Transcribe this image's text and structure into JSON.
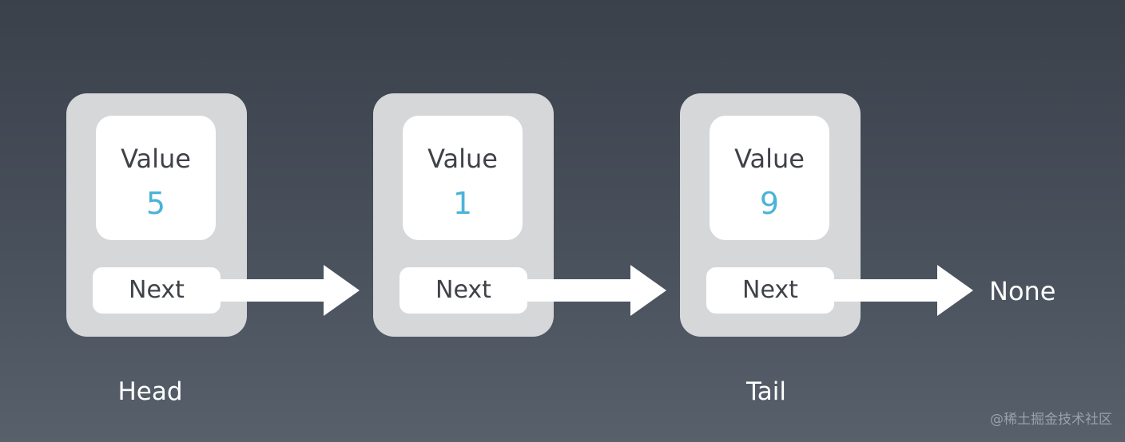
{
  "nodes": [
    {
      "field_label": "Value",
      "value": "5",
      "pointer_label": "Next"
    },
    {
      "field_label": "Value",
      "value": "1",
      "pointer_label": "Next"
    },
    {
      "field_label": "Value",
      "value": "9",
      "pointer_label": "Next"
    }
  ],
  "terminal_label": "None",
  "head_label": "Head",
  "tail_label": "Tail",
  "watermark": "@稀土掘金技术社区",
  "colors": {
    "node_fill": "#d6d7d9",
    "box_fill": "#ffffff",
    "value_text": "#4ab3d8",
    "label_text": "#3f4247",
    "arrow": "#ffffff"
  }
}
